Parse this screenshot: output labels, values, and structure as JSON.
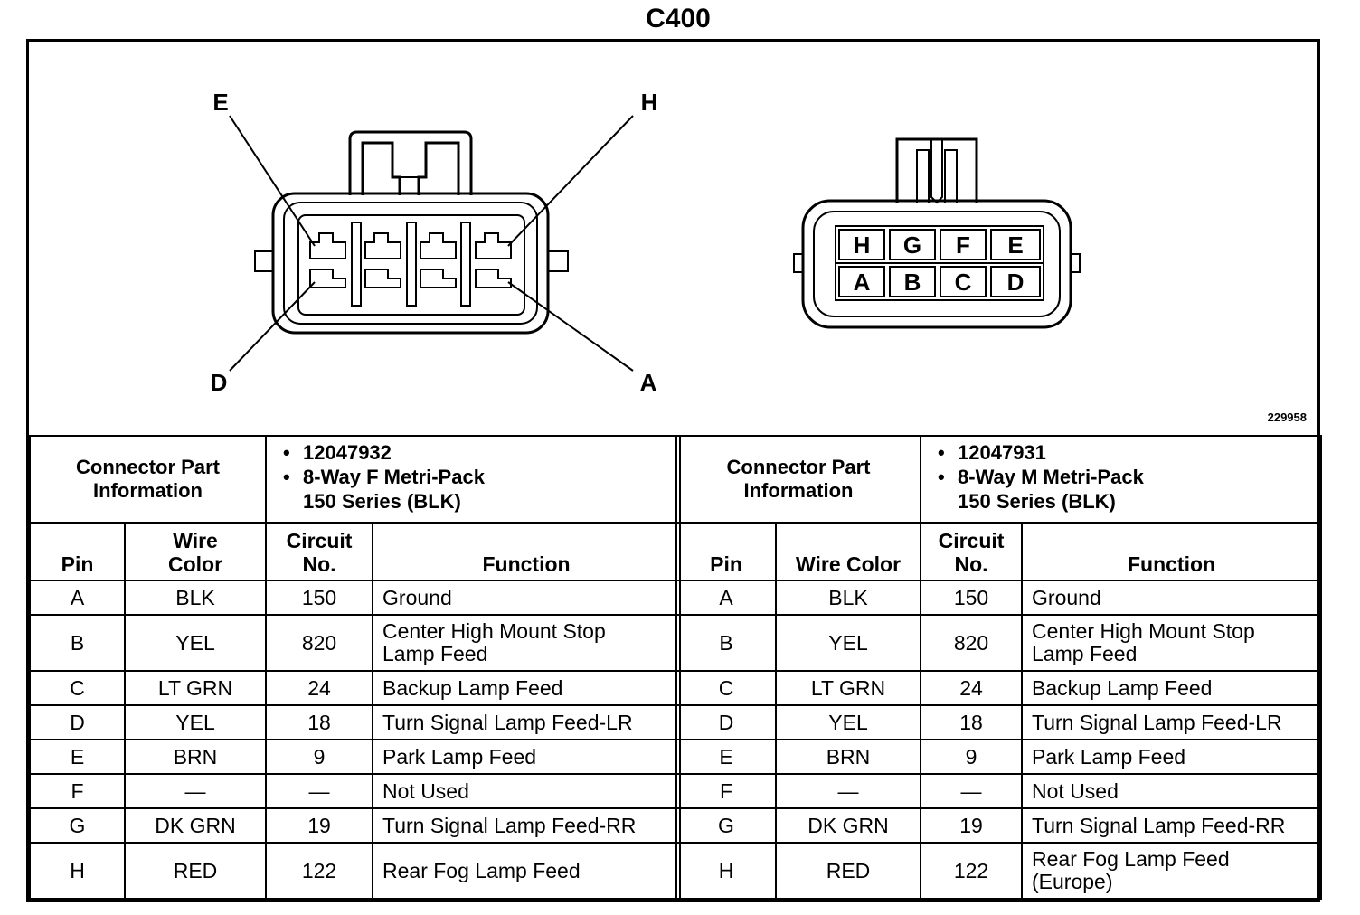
{
  "title": "C400",
  "figure_id": "229958",
  "female_connector": {
    "callouts": [
      "E",
      "H",
      "D",
      "A"
    ]
  },
  "male_connector": {
    "top_row": [
      "H",
      "G",
      "F",
      "E"
    ],
    "bottom_row": [
      "A",
      "B",
      "C",
      "D"
    ]
  },
  "left_table": {
    "info_label": "Connector Part Information",
    "info_label_l1": "Connector Part",
    "info_label_l2": "Information",
    "part_number": "12047932",
    "part_desc_l1": "8-Way F Metri-Pack",
    "part_desc_l2": "150 Series (BLK)",
    "headers": {
      "pin": "Pin",
      "wire_l1": "Wire",
      "wire_l2": "Color",
      "circuit_l1": "Circuit",
      "circuit_l2": "No.",
      "function": "Function"
    },
    "rows": [
      {
        "pin": "A",
        "wire": "BLK",
        "circuit": "150",
        "function": "Ground"
      },
      {
        "pin": "B",
        "wire": "YEL",
        "circuit": "820",
        "function_l1": "Center High Mount Stop",
        "function_l2": "Lamp Feed"
      },
      {
        "pin": "C",
        "wire": "LT GRN",
        "circuit": "24",
        "function": "Backup Lamp Feed"
      },
      {
        "pin": "D",
        "wire": "YEL",
        "circuit": "18",
        "function": "Turn Signal Lamp Feed-LR"
      },
      {
        "pin": "E",
        "wire": "BRN",
        "circuit": "9",
        "function": "Park Lamp Feed"
      },
      {
        "pin": "F",
        "wire": "—",
        "circuit": "—",
        "function": "Not Used"
      },
      {
        "pin": "G",
        "wire": "DK GRN",
        "circuit": "19",
        "function": "Turn Signal Lamp Feed-RR"
      },
      {
        "pin": "H",
        "wire": "RED",
        "circuit": "122",
        "function": "Rear Fog Lamp Feed"
      }
    ]
  },
  "right_table": {
    "info_label_l1": "Connector Part",
    "info_label_l2": "Information",
    "part_number": "12047931",
    "part_desc_l1": "8-Way M Metri-Pack",
    "part_desc_l2": "150 Series (BLK)",
    "headers": {
      "pin": "Pin",
      "wire": "Wire Color",
      "circuit_l1": "Circuit",
      "circuit_l2": "No.",
      "function": "Function"
    },
    "rows": [
      {
        "pin": "A",
        "wire": "BLK",
        "circuit": "150",
        "function": "Ground"
      },
      {
        "pin": "B",
        "wire": "YEL",
        "circuit": "820",
        "function_l1": "Center High Mount Stop",
        "function_l2": "Lamp Feed"
      },
      {
        "pin": "C",
        "wire": "LT GRN",
        "circuit": "24",
        "function": "Backup Lamp Feed"
      },
      {
        "pin": "D",
        "wire": "YEL",
        "circuit": "18",
        "function": "Turn Signal Lamp Feed-LR"
      },
      {
        "pin": "E",
        "wire": "BRN",
        "circuit": "9",
        "function": "Park Lamp Feed"
      },
      {
        "pin": "F",
        "wire": "—",
        "circuit": "—",
        "function": "Not Used"
      },
      {
        "pin": "G",
        "wire": "DK GRN",
        "circuit": "19",
        "function": "Turn Signal Lamp Feed-RR"
      },
      {
        "pin": "H",
        "wire": "RED",
        "circuit": "122",
        "function_l1": "Rear Fog Lamp Feed",
        "function_l2": "(Europe)"
      }
    ]
  }
}
